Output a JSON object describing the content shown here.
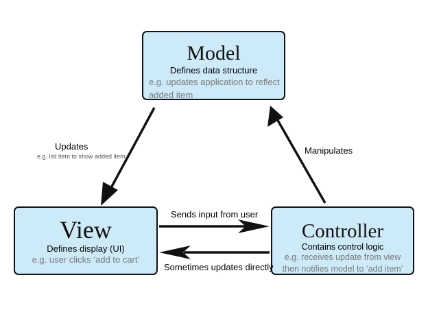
{
  "model": {
    "title": "Model",
    "desc": "Defines data structure",
    "example_line1": "e.g. updates application to reflect",
    "example_line2": "added item"
  },
  "view": {
    "title": "View",
    "desc": "Defines display (UI)",
    "example": "e.g. user clicks ‘add to cart’"
  },
  "controller": {
    "title": "Controller",
    "desc": "Contains control logic",
    "example_line1": "e.g. receives update from view",
    "example_line2": "then notifies model to ‘add item’"
  },
  "edges": {
    "updates": "Updates",
    "updates_example": "e.g. list item to show added item",
    "manipulates": "Manipulates",
    "sends_input": "Sends input from user",
    "sometimes_updates": "Sometimes updates directly"
  },
  "colors": {
    "box_fill": "#cdeaf9",
    "stroke": "#111111"
  }
}
